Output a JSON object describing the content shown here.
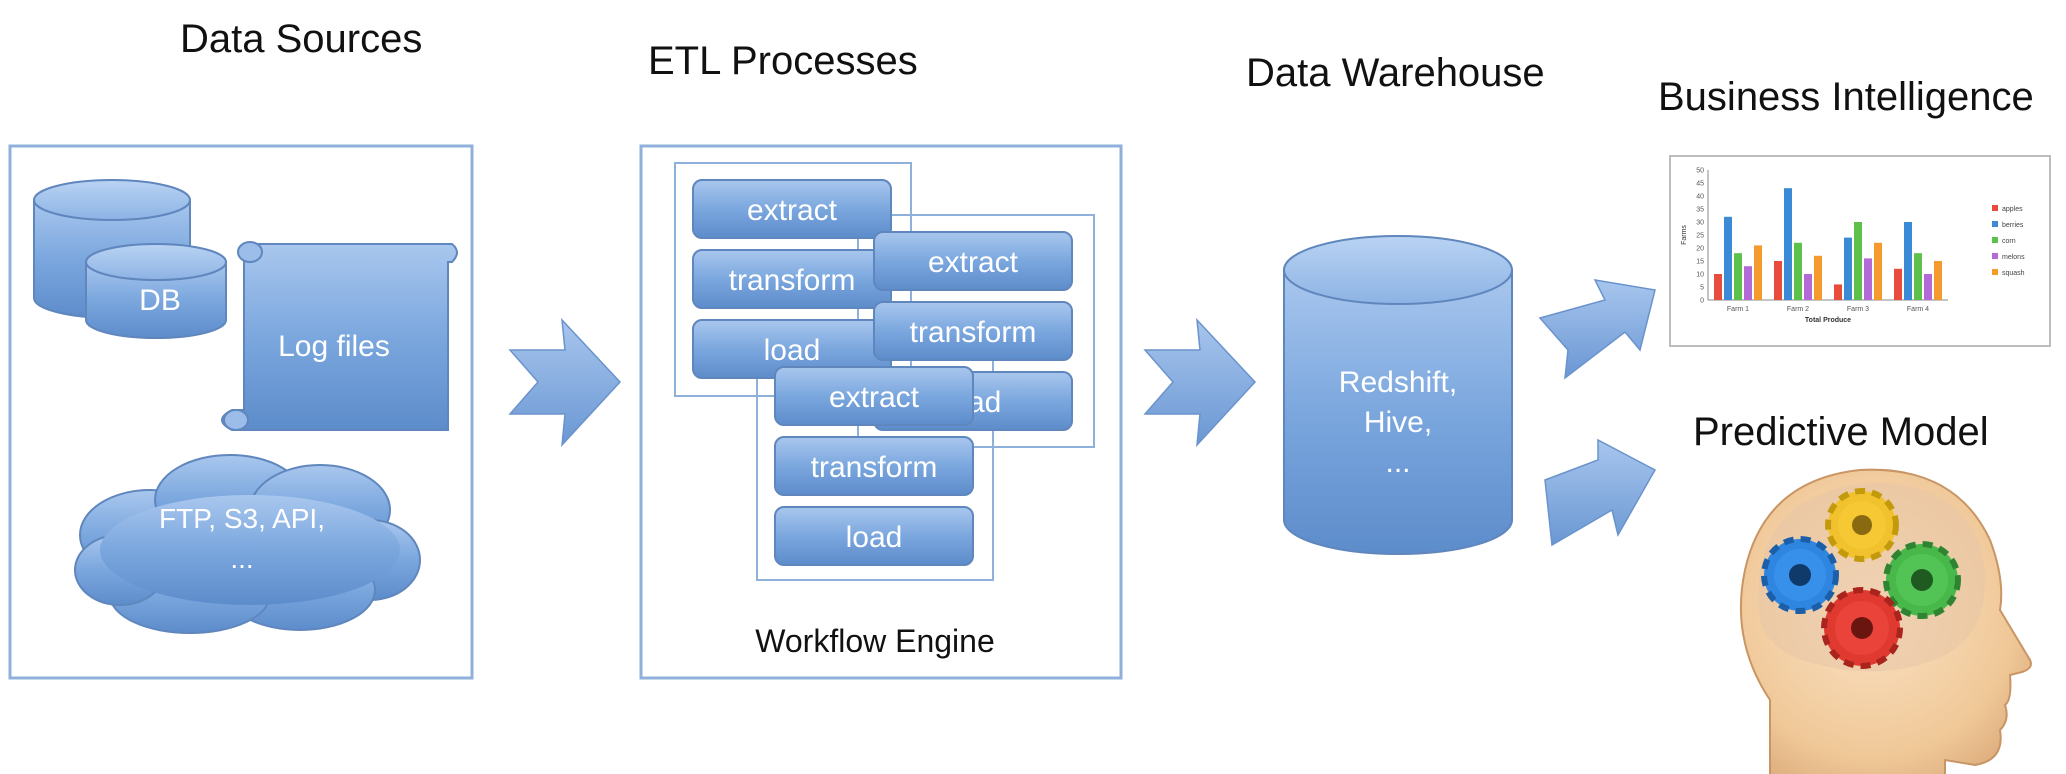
{
  "sections": {
    "sources": "Data Sources",
    "etl": "ETL Processes",
    "warehouse": "Data Warehouse",
    "bi": "Business Intelligence",
    "predictive": "Predictive Model"
  },
  "sources": {
    "db": "DB",
    "logs": "Log files",
    "cloud_line1": "FTP, S3, API,",
    "cloud_line2": "..."
  },
  "etl": {
    "steps": [
      "extract",
      "transform",
      "load"
    ],
    "engine": "Workflow Engine"
  },
  "warehouse": {
    "line1": "Redshift,",
    "line2": "Hive,",
    "line3": "..."
  },
  "colors": {
    "shape_fill": "#7aa6dc",
    "shape_stroke": "#5f86bd",
    "frame": "#8fb0da"
  },
  "chart_data": {
    "type": "bar",
    "categories": [
      "Farm 1",
      "Farm 2",
      "Farm 3",
      "Farm 4"
    ],
    "xlabel": "Total Produce",
    "ylabel": "Farms",
    "ylim": [
      0,
      50
    ],
    "yticks": [
      "0",
      "5",
      "10",
      "15",
      "20",
      "25",
      "30",
      "35",
      "40",
      "45",
      "50"
    ],
    "series": [
      {
        "name": "apples",
        "color": "#e84c3d",
        "values": [
          10,
          15,
          6,
          12
        ]
      },
      {
        "name": "berries",
        "color": "#3a8ad6",
        "values": [
          32,
          43,
          24,
          30
        ]
      },
      {
        "name": "corn",
        "color": "#5cc04a",
        "values": [
          18,
          22,
          30,
          18
        ]
      },
      {
        "name": "melons",
        "color": "#b36ad6",
        "values": [
          13,
          10,
          16,
          10
        ]
      },
      {
        "name": "squash",
        "color": "#f59a2c",
        "values": [
          21,
          17,
          22,
          15
        ]
      }
    ]
  }
}
